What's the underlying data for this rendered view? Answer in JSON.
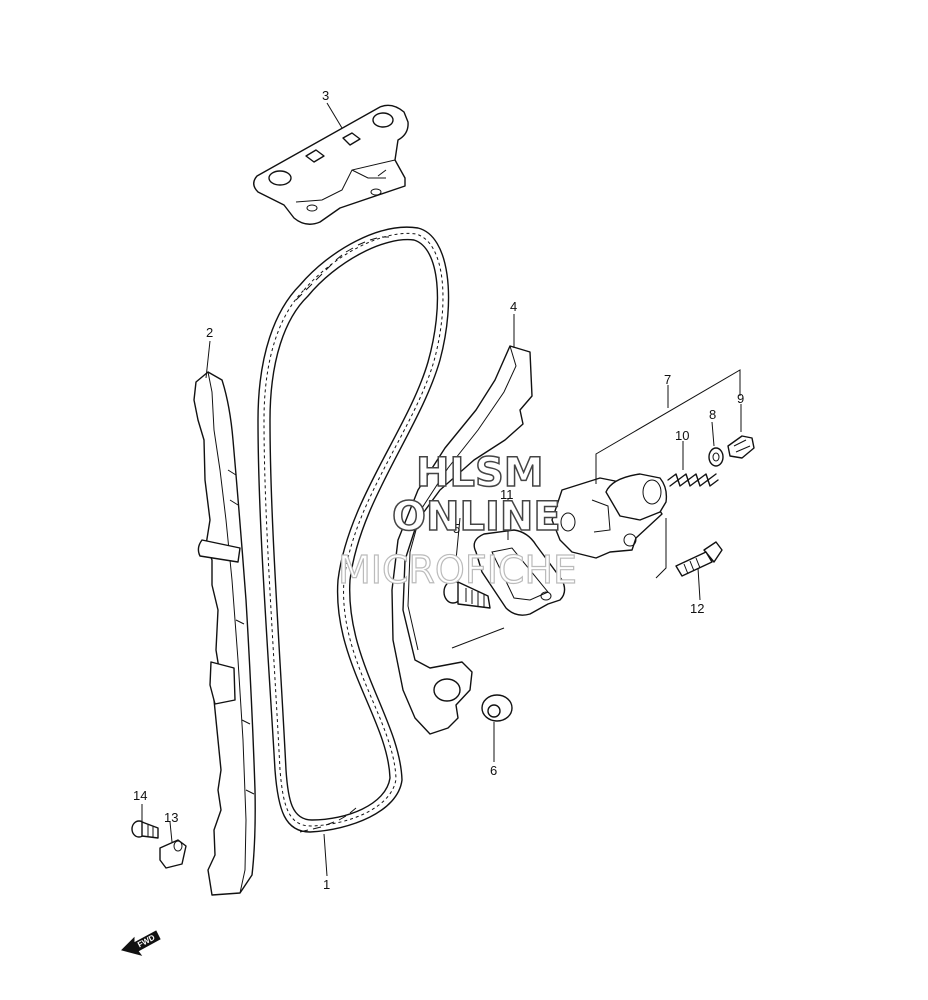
{
  "callouts": [
    {
      "id": "1",
      "text": "1"
    },
    {
      "id": "2",
      "text": "2"
    },
    {
      "id": "3",
      "text": "3"
    },
    {
      "id": "4",
      "text": "4"
    },
    {
      "id": "5",
      "text": "5"
    },
    {
      "id": "6",
      "text": "6"
    },
    {
      "id": "7",
      "text": "7"
    },
    {
      "id": "8",
      "text": "8"
    },
    {
      "id": "9",
      "text": "9"
    },
    {
      "id": "10",
      "text": "10"
    },
    {
      "id": "11",
      "text": "11"
    },
    {
      "id": "12",
      "text": "12"
    },
    {
      "id": "13",
      "text": "13"
    },
    {
      "id": "14",
      "text": "14"
    }
  ],
  "watermark": {
    "line1": "HLSM",
    "line2": "ONLINE",
    "line3": "MICROFICHE"
  },
  "fwd_arrow": {
    "label": "FWD",
    "icon": "fwd-arrow-icon"
  }
}
